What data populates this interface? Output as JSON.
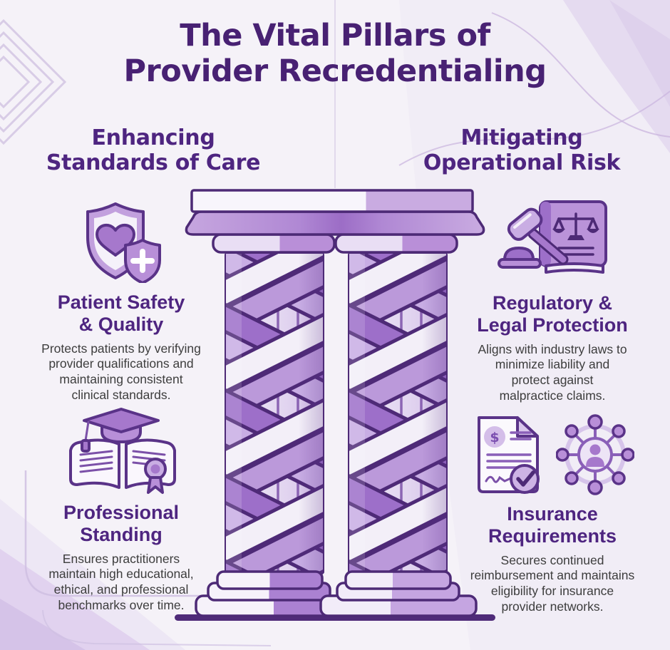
{
  "title": {
    "line1": "The Vital Pillars of",
    "line2": "Provider Recredentialing"
  },
  "groups": {
    "left": {
      "header_line1": "Enhancing",
      "header_line2": "Standards of Care"
    },
    "right": {
      "header_line1": "Mitigating",
      "header_line2": "Operational Risk"
    }
  },
  "sections": {
    "patient_safety": {
      "icon": "shield-heart-medical-cross-icon",
      "title_line1": "Patient Safety",
      "title_line2": "& Quality",
      "description_lines": [
        "Protects patients by verifying",
        "provider qualifications and",
        "maintaining consistent",
        "clinical standards."
      ]
    },
    "professional_standing": {
      "icon": "open-book-graduation-cap-seal-icon",
      "title_line1": "Professional",
      "title_line2": "Standing",
      "description_lines": [
        "Ensures practitioners",
        "maintain high educational,",
        "ethical, and professional",
        "benchmarks over time."
      ]
    },
    "regulatory_legal": {
      "icon": "gavel-law-book-scales-icon",
      "title_line1": "Regulatory &",
      "title_line2": "Legal Protection",
      "description_lines": [
        "Aligns with industry laws to",
        "minimize liability and",
        "protect against",
        "malpractice claims."
      ]
    },
    "insurance": {
      "icon_left": "insurance-policy-document-check-icon",
      "icon_right": "provider-network-hub-icon",
      "title_line1": "Insurance",
      "title_line2": "Requirements",
      "description_lines": [
        "Secures continued",
        "reimbursement and maintains",
        "eligibility for insurance",
        "provider networks."
      ]
    }
  },
  "center_graphic": "two-braided-classical-pillars",
  "icons": {
    "dollar_glyph": "$"
  },
  "colors": {
    "title_text": "#482173",
    "heading_text": "#4e2580",
    "body_text": "#3d3d3d",
    "outline_purple": "#4d2a76",
    "ribbon_purple": "#9d6fc9",
    "ribbon_lilac": "#c8ade4",
    "ribbon_white": "#f3eff8",
    "background": "#f5f2f8"
  }
}
